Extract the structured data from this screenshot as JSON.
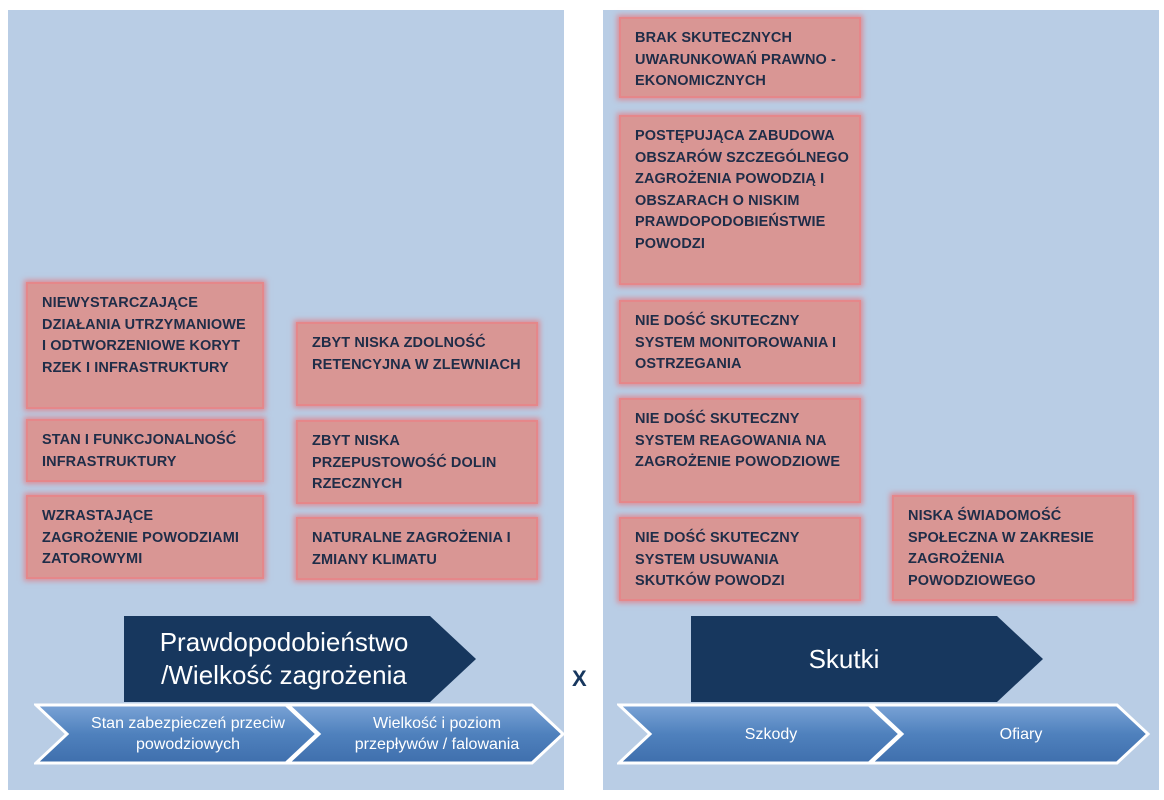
{
  "left_panel": {
    "causes_col1": [
      "NIEWYSTARCZAJĄCE DZIAŁANIA UTRZYMANIOWE I ODTWORZENIOWE KORYT RZEK I INFRASTRUKTURY",
      "STAN I FUNKCJONALNOŚĆ INFRASTRUKTURY",
      "WZRASTAJĄCE ZAGROŻENIE POWODZIAMI ZATOROWYMI"
    ],
    "causes_col2": [
      "ZBYT NISKA ZDOLNOŚĆ RETENCYJNA W ZLEWNIACH",
      "ZBYT NISKA PRZEPUSTOWOŚĆ DOLIN RZECZNYCH",
      "NATURALNE ZAGROŻENIA I ZMIANY KLIMATU"
    ],
    "header_line1": "Prawdopodobieństwo",
    "header_line2": "/Wielkość zagrożenia",
    "chevron1": "Stan zabezpieczeń przeciw powodziowych",
    "chevron2": "Wielkość i poziom przepływów / falowania"
  },
  "operator": "X",
  "right_panel": {
    "causes_col1": [
      "BRAK SKUTECZNYCH UWARUNKOWAŃ PRAWNO - EKONOMICZNYCH",
      "POSTĘPUJĄCA ZABUDOWA OBSZARÓW SZCZEGÓLNEGO ZAGROŻENIA POWODZIĄ I OBSZARACH O NISKIM PRAWDOPODOBIEŃSTWIE POWODZI",
      "NIE DOŚĆ SKUTECZNY SYSTEM MONITOROWANIA I OSTRZEGANIA",
      "NIE DOŚĆ SKUTECZNY SYSTEM REAGOWANIA NA ZAGROŻENIE POWODZIOWE",
      "NIE DOŚĆ SKUTECZNY SYSTEM USUWANIA SKUTKÓW POWODZI"
    ],
    "causes_col2": [
      "NISKA ŚWIADOMOŚĆ SPOŁECZNA  W ZAKRESIE ZAGROŻENIA POWODZIOWEGO"
    ],
    "header": "Skutki",
    "chevron1": "Szkody",
    "chevron2": "Ofiary"
  },
  "colors": {
    "panel_bg": "#b9cde5",
    "box_fill": "#d99694",
    "header_fill": "#17375e",
    "chevron_fill": "#4f81bd"
  }
}
